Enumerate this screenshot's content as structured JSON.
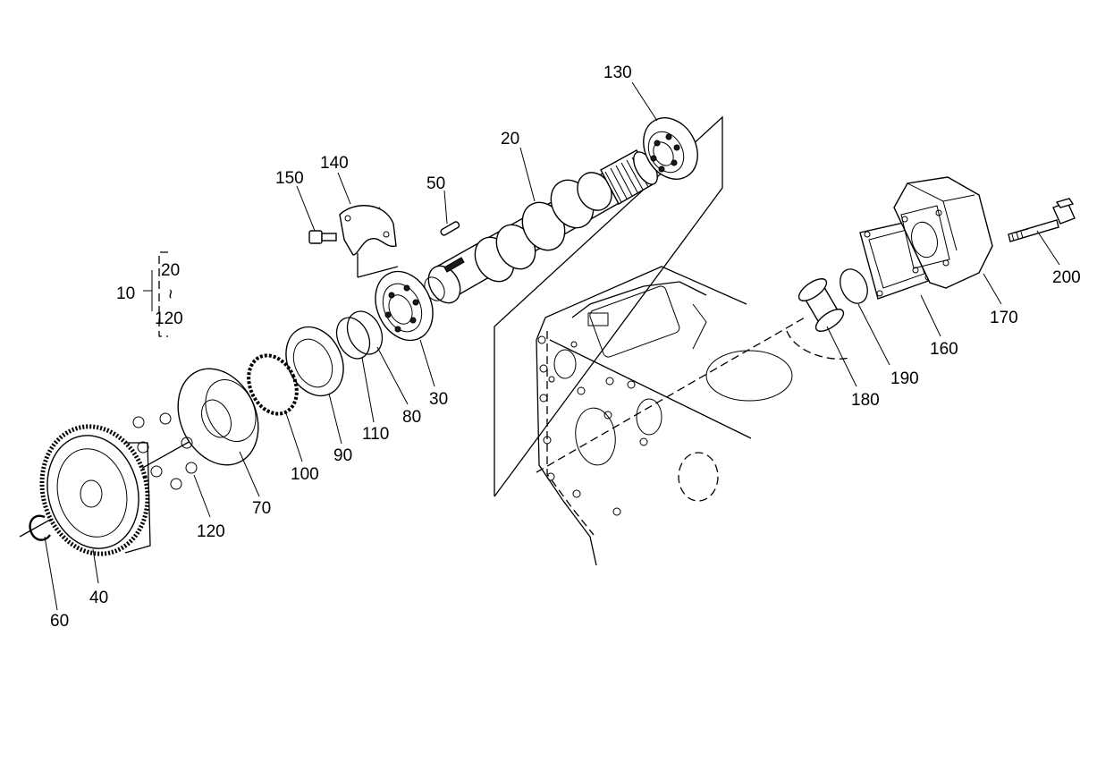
{
  "labels": {
    "l10": "10",
    "l10_from": "20",
    "l10_tilde": "~",
    "l10_to": "120",
    "l20": "20",
    "l30": "30",
    "l40": "40",
    "l50": "50",
    "l60": "60",
    "l70": "70",
    "l80": "80",
    "l90": "90",
    "l100": "100",
    "l110": "110",
    "l120": "120",
    "l130": "130",
    "l140": "140",
    "l150": "150",
    "l160": "160",
    "l170": "170",
    "l180": "180",
    "l190": "190",
    "l200": "200"
  }
}
